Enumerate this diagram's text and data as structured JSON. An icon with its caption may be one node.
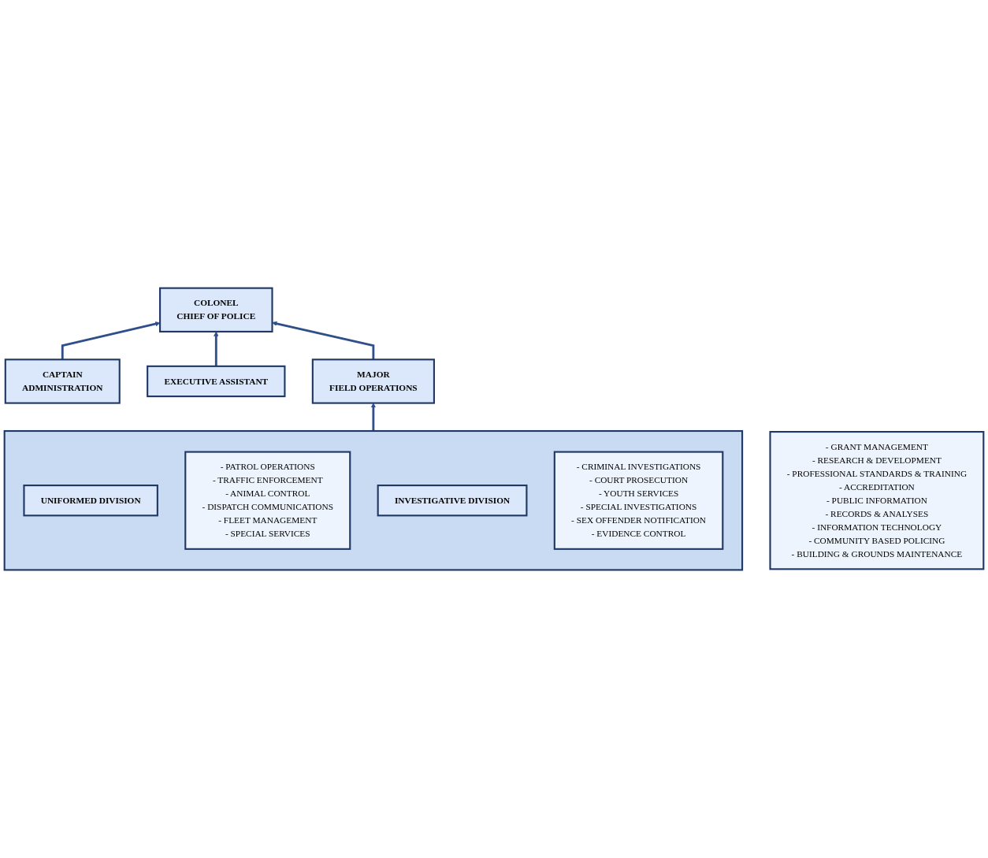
{
  "diagram": {
    "nodes": [
      {
        "text": [
          "COLONEL",
          "CHIEF OF POLICE"
        ]
      },
      {
        "text": [
          "EXECUTIVE ASSISTANT"
        ]
      },
      {
        "text": [
          "CAPTAIN",
          "ADMINISTRATION"
        ]
      },
      {
        "text": [
          "- GRANT MANAGEMENT",
          "- RESEARCH & DEVELOPMENT",
          "- PROFESSIONAL STANDARDS & TRAINING",
          "- ACCREDITATION",
          "- PUBLIC INFORMATION",
          "- RECORDS & ANALYSES",
          "- INFORMATION TECHNOLOGY",
          "- COMMUNITY BASED POLICING",
          "- BUILDING & GROUNDS MAINTENANCE"
        ]
      },
      {
        "text": [
          "MAJOR",
          "FIELD OPERATIONS"
        ]
      },
      {
        "text": [],
        "shape": "box"
      },
      {
        "text": [
          "UNIFORMED DIVISION"
        ],
        "in": 5
      },
      {
        "text": [
          "- PATROL OPERATIONS",
          "- TRAFFIC ENFORCEMENT",
          "- ANIMAL CONTROL",
          "- DISPATCH COMMUNICATIONS",
          "- FLEET MANAGEMENT",
          "- SPECIAL SERVICES"
        ],
        "in": 5
      },
      {
        "text": [
          "INVESTIGATIVE DIVISION"
        ],
        "in": 5
      },
      {
        "text": [
          "- CRIMINAL INVESTIGATIONS",
          "- COURT PROSECUTION",
          "- YOUTH SERVICES",
          "- SPECIAL INVESTIGATIONS",
          "- SEX OFFENDER NOTIFICATION",
          "- EVIDENCE CONTROL"
        ],
        "in": 5
      }
    ],
    "edges": [
      {
        "from": 2,
        "to": 0,
        "arrow": "to"
      },
      {
        "from": 1,
        "to": 0,
        "arrow": "to"
      },
      {
        "from": 4,
        "to": 0,
        "arrow": "to"
      },
      {
        "from": 5,
        "to": 4,
        "arrow": "to"
      }
    ]
  }
}
